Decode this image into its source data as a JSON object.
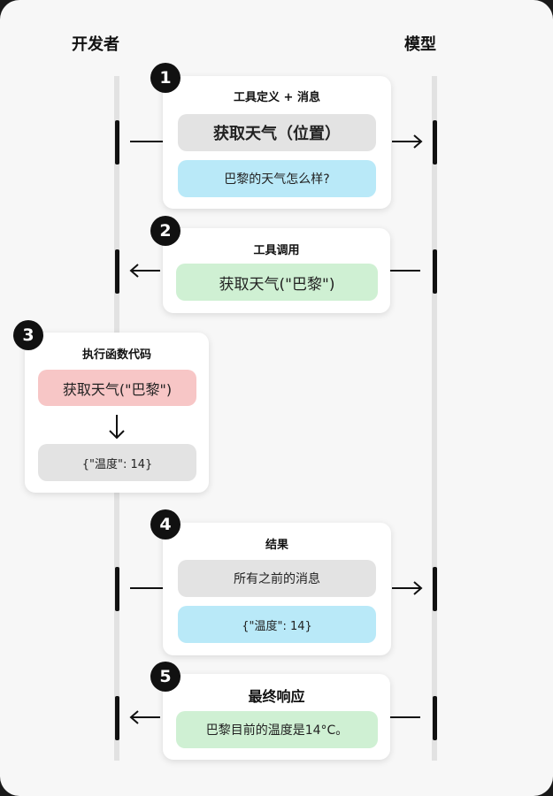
{
  "actors": {
    "developer": "开发者",
    "model": "模型"
  },
  "steps": [
    {
      "number": "1",
      "title": "工具定义 + 消息",
      "items": [
        "获取天气（位置）",
        "巴黎的天气怎么样?"
      ]
    },
    {
      "number": "2",
      "title": "工具调用",
      "items": [
        "获取天气(\"巴黎\")"
      ]
    },
    {
      "number": "3",
      "title": "执行函数代码",
      "items": [
        "获取天气(\"巴黎\")",
        "{\"温度\": 14}"
      ]
    },
    {
      "number": "4",
      "title": "结果",
      "items": [
        "所有之前的消息",
        "{\"温度\": 14}"
      ]
    },
    {
      "number": "5",
      "title": "最终响应",
      "items": [
        "巴黎目前的温度是14°C。"
      ]
    }
  ],
  "colors": {
    "gray": "#e3e3e3",
    "blue": "#b9e9f8",
    "green": "#cff0d3",
    "red": "#f7c6c6"
  }
}
